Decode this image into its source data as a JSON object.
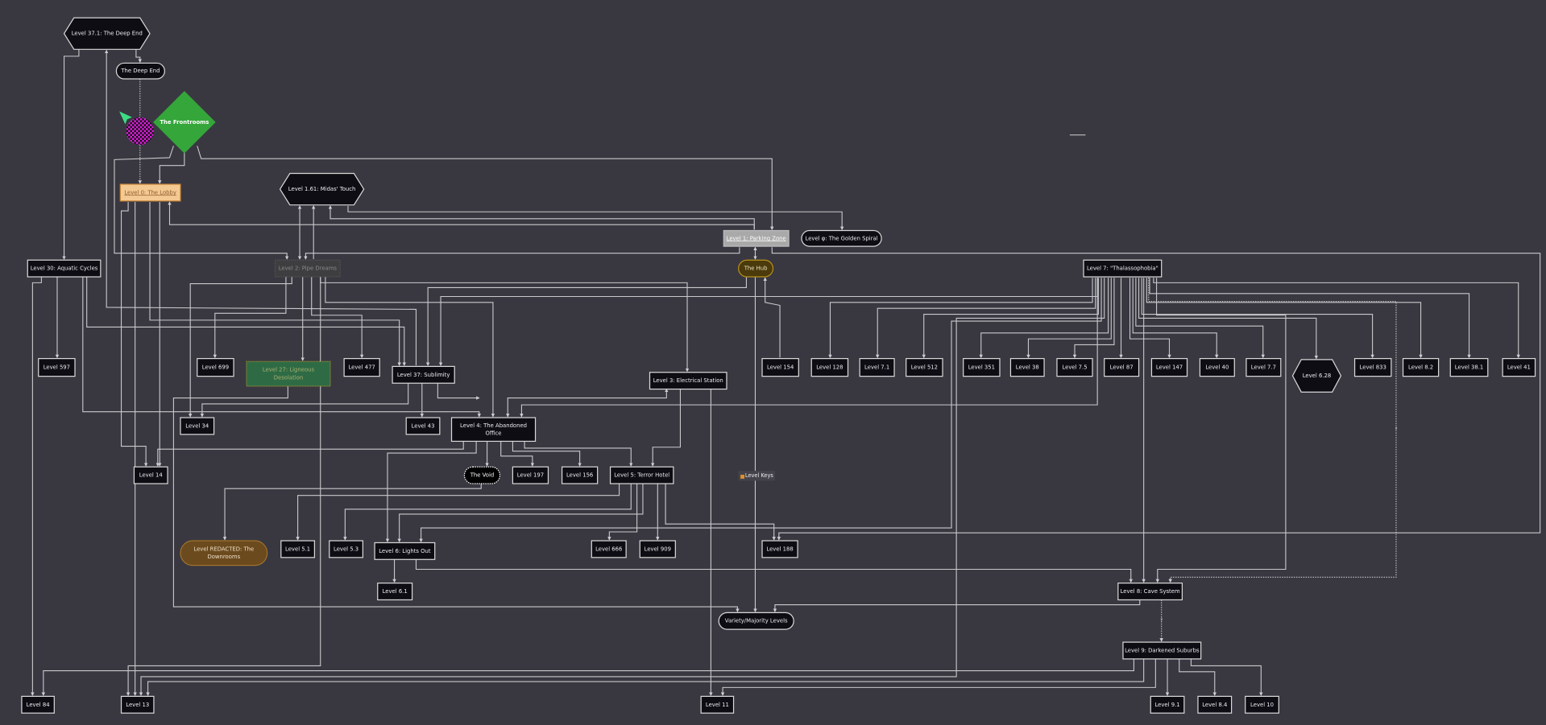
{
  "nodes": {
    "l371": "Level 37.1: The Deep End",
    "deepend": "The Deep End",
    "frontrooms": "The Frontrooms",
    "lobby": "Level 0: The Lobby",
    "midas": "Level 1.61: Midas' Touch",
    "parking": "Level 1: Parking Zone",
    "golden": "Level φ: The Golden Spiral",
    "hub": "The Hub",
    "aquatic": "Level 30: Aquatic Cycles",
    "pipe": "Level 2: Pipe Dreams",
    "thalasso": "Level 7: \"Thalassophobia\"",
    "l597": "Level 597",
    "l699": "Level 699",
    "l27a": "Level 27: Ligneous",
    "l27b": "Desolation",
    "l477": "Level 477",
    "l37": "Level 37: Sublimity",
    "l3": "Level 3: Electrical Station",
    "l154": "Level 154",
    "l128": "Level 128",
    "l71": "Level 7.1",
    "l512": "Level 512",
    "l351": "Level 351",
    "l38": "Level 38",
    "l75": "Level 7.5",
    "l87": "Level 87",
    "l147": "Level 147",
    "l40": "Level 40",
    "l77": "Level 7.7",
    "l628": "Level 6.28",
    "l833": "Level 833",
    "l82": "Level 8.2",
    "l381": "Level 38.1",
    "l41": "Level 41",
    "l34": "Level 34",
    "l43": "Level 43",
    "l4a": "Level 4: The Abandoned",
    "l4b": "Office",
    "l14": "Level 14",
    "void": "The Void",
    "l197": "Level 197",
    "l156": "Level 156",
    "l5": "Level 5: Terror Hotel",
    "redacted_a": "Level REDACTED: The",
    "redacted_b": "Downrooms",
    "l51": "Level 5.1",
    "l53": "Level 5.3",
    "l6": "Level 6: Lights Out",
    "l666": "Level 666",
    "l909": "Level 909",
    "l188": "Level 188",
    "l61": "Level 6.1",
    "l8": "Level 8: Cave System",
    "variety": "Variety/Majority Levels",
    "l9": "Level 9: Darkened Suburbs",
    "l84": "Level 84",
    "l13": "Level 13",
    "l11": "Level 11",
    "l91": "Level 9.1",
    "l84b": "Level 8.4",
    "l10": "Level 10"
  },
  "edge_labels": [
    "?",
    "?"
  ],
  "legend": {
    "level_keys": "Level Keys",
    "icon": "lock-icon"
  },
  "colors": {
    "background": "#393841",
    "node_fill": "#0e0d14",
    "node_stroke": "#d8d8d8",
    "lobby_fill": "#f5c992",
    "frontrooms": "#35a63a",
    "parking_fill": "#a9a9a9",
    "hub_fill": "#4a3a0c",
    "ligneous_fill": "#2e6b45",
    "redacted_fill": "#6b4a1e",
    "checker": "#e01ee0",
    "cursor": "#3ddc84"
  }
}
